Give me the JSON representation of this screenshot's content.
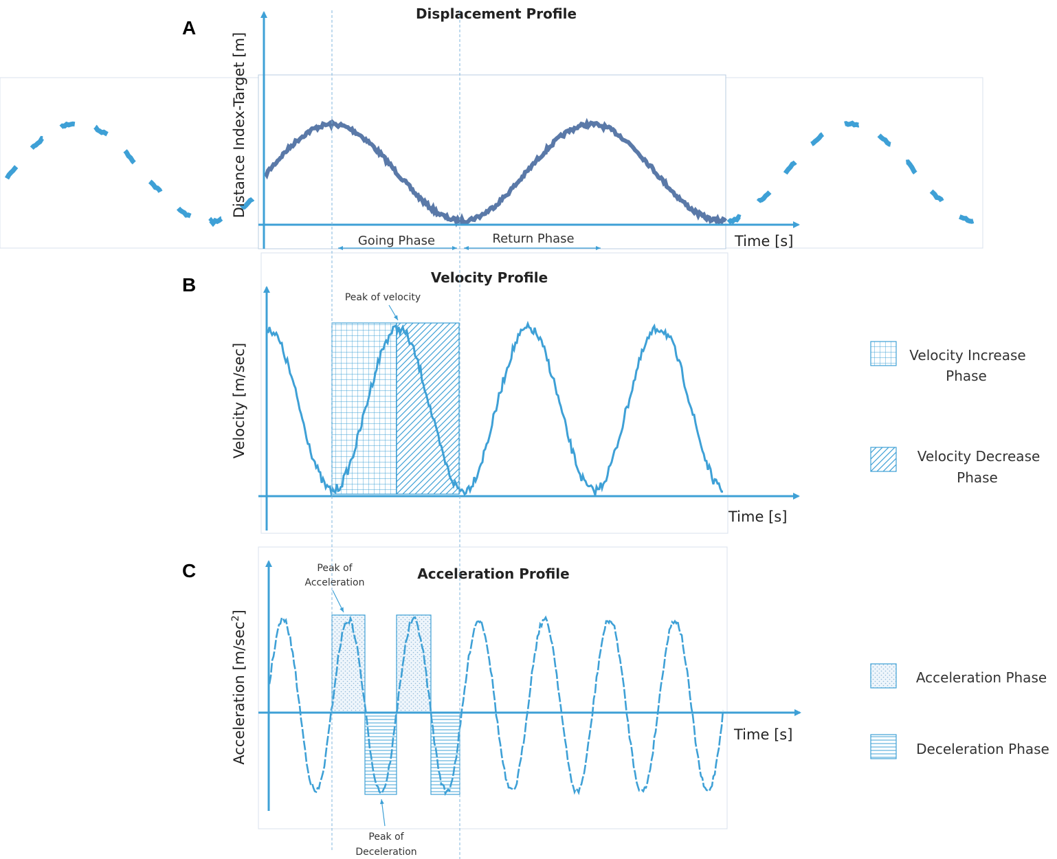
{
  "colors": {
    "accent": "#3ea0d6",
    "curve_dark": "#5a79a8",
    "frame": "#c8d6e4",
    "text": "#222222"
  },
  "panels": {
    "a": {
      "letter": "A",
      "title": "Displacement Profile",
      "ylabel": "Distance Index-Target [m]",
      "xlabel": "Time [s]",
      "going_label": "Going Phase",
      "return_label": "Return Phase"
    },
    "b": {
      "letter": "B",
      "title": "Velocity Profile",
      "ylabel": "Velocity [m/sec]",
      "xlabel": "Time [s]",
      "peak_label": "Peak of velocity",
      "legend": {
        "increase": [
          "Velocity Increase",
          "Phase"
        ],
        "decrease": [
          "Velocity Decrease",
          "Phase"
        ]
      }
    },
    "c": {
      "letter": "C",
      "title": "Acceleration Profile",
      "ylabel": "Acceleration [m/sec",
      "ylabel_sup": "2",
      "ylabel_end": "]",
      "xlabel": "Time [s]",
      "peak_acc_label": [
        "Peak of",
        "Acceleration"
      ],
      "peak_dec_label": [
        "Peak of",
        "Deceleration"
      ],
      "legend": {
        "acceleration": "Acceleration Phase",
        "deceleration": "Deceleration Phase"
      }
    }
  }
}
